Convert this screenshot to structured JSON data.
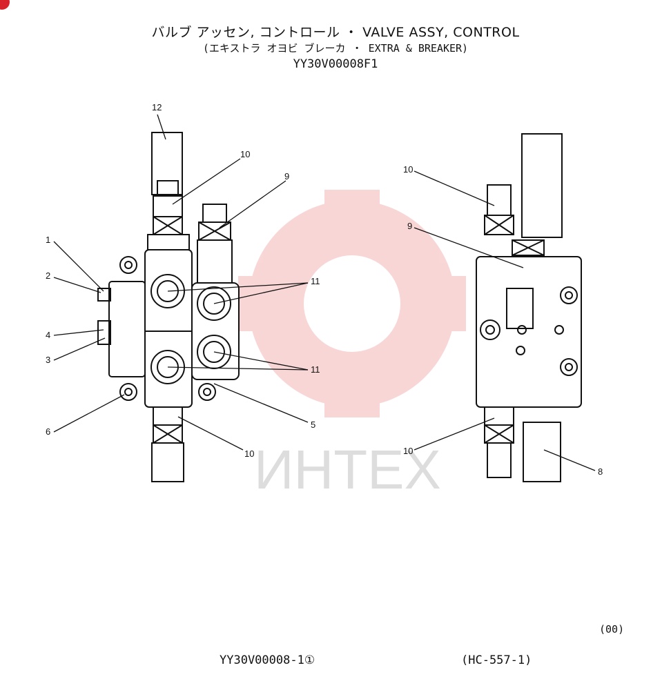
{
  "header": {
    "title": "バルブ アッセン, コントロール ・ VALVE ASSY, CONTROL",
    "subtitle": "(エキストラ オヨビ ブレーカ ・ EXTRA & BREAKER)",
    "part_code": "YY30V00008F1"
  },
  "watermark": {
    "text": "ИНТЕХ",
    "color": "#f3c3c3"
  },
  "callouts": {
    "left": [
      "12",
      "10",
      "9",
      "1",
      "2",
      "4",
      "3",
      "6",
      "11",
      "11",
      "5",
      "10"
    ],
    "right": [
      "10",
      "9",
      "10",
      "8"
    ]
  },
  "footer": {
    "revision": "(00)",
    "reference": "YY30V00008-1①",
    "sheet_code": "(HC-557-1)"
  }
}
